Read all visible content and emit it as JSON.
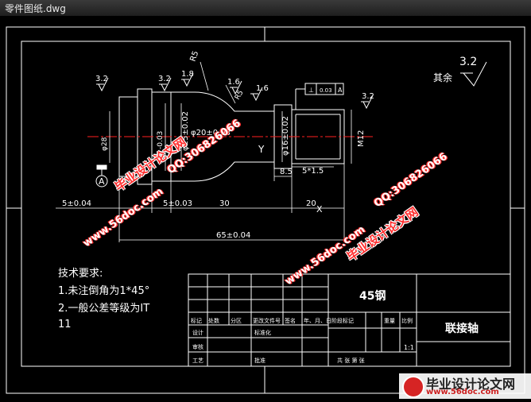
{
  "window": {
    "title": "零件图纸.dwg"
  },
  "drawing": {
    "surface_finish": {
      "top_right_value": "3.2",
      "top_right_label": "其余"
    },
    "roughness_marks": [
      "3.2",
      "3.2",
      "1.8",
      "1.6",
      "1.6",
      "3.2"
    ],
    "dimensions": {
      "r5_top": "R5",
      "r5_side": "R5",
      "phi_main": "φ25±0.02",
      "phi_left": "φ28",
      "phi_left_b": "-0.03",
      "phi_mid": "φ20±0.03",
      "phi_16": "φ16±0.02",
      "m12": "M12",
      "dim_8_5": "8.5",
      "dim_5x1_5": "5*1.5",
      "dim_5_left": "5±0.04",
      "dim_5_mid": "5±0.03",
      "dim_30": "30",
      "dim_20": "20",
      "dim_65": "65±0.04",
      "datum_a": "A",
      "datum_y": "Y",
      "datum_x": "X"
    },
    "tolerance_frame": [
      "⊥",
      "0.03",
      "A"
    ],
    "tech_requirements": {
      "title": "技术要求:",
      "line1": "1.未注倒角为1*45°",
      "line2": "2.一般公差等级为IT",
      "line3": "11"
    },
    "title_block": {
      "material": "45钢",
      "part_name": "联接轴",
      "scale": "1:1",
      "row_labels": [
        "标记",
        "处数",
        "分区",
        "更改文件号",
        "签名",
        "年、月、日"
      ],
      "design": "设计",
      "standardize": "标准化",
      "review": "审核",
      "process": "工艺",
      "approve": "批准",
      "stage_mark": "阶段标记",
      "weight": "重量",
      "ratio": "比例",
      "sheet_info": "共 张 第 张"
    }
  },
  "watermarks": {
    "site_cn": "毕业设计论文网",
    "site_url": "www.56doc.com",
    "qq": "QQ:306826066"
  },
  "logo": {
    "cn": "毕业设计论文网",
    "url": "www.56doc.com"
  },
  "colors": {
    "background": "#000000",
    "lines": "#ffffff",
    "centerline": "#ff2020",
    "dim": "#ffffff"
  }
}
